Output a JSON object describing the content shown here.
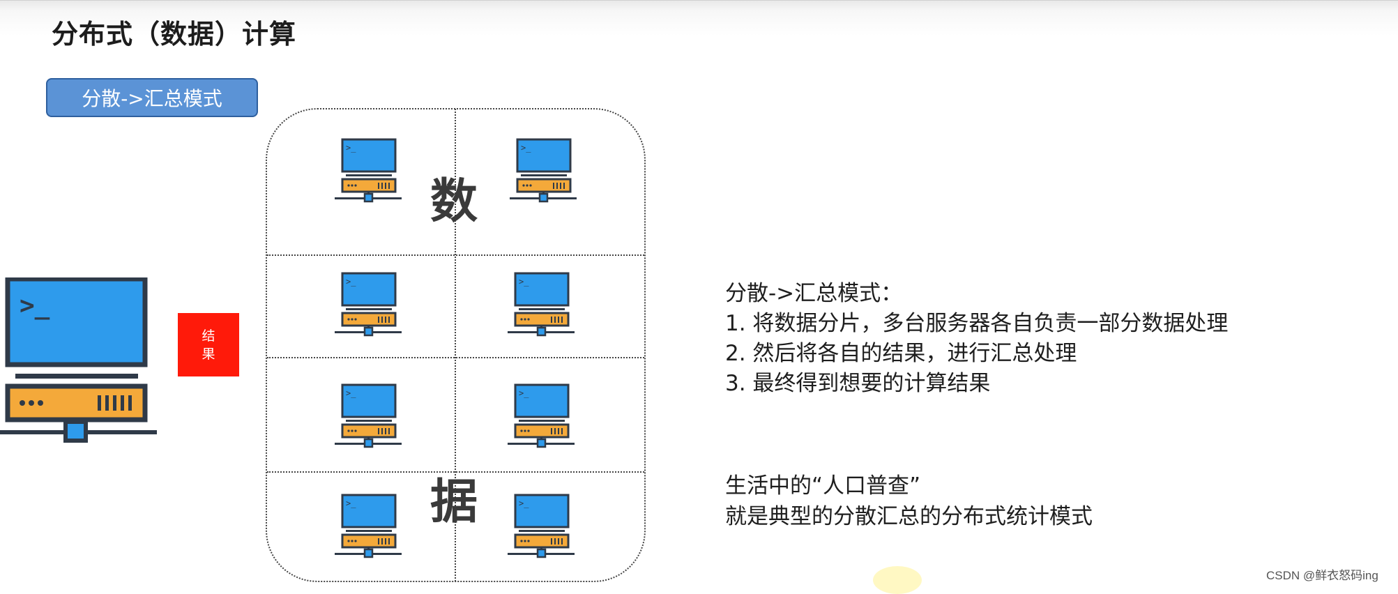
{
  "slide": {
    "title": "分布式（数据）计算",
    "mode_badge": "分散->汇总模式",
    "result_label": [
      "结",
      "果"
    ],
    "big_chars": [
      "数",
      "据"
    ],
    "description": {
      "heading": "分散->汇总模式：",
      "points": [
        "1. 将数据分片，多台服务器各自负责一部分数据处理",
        "2. 然后将各自的结果，进行汇总处理",
        "3. 最终得到想要的计算结果"
      ]
    },
    "example": [
      "生活中的“人口普查”",
      "就是典型的分散汇总的分布式统计模式"
    ],
    "watermark": "CSDN @鲜衣怒码ing"
  },
  "icons": {
    "main_computer": "computer-server-icon",
    "server_node": "computer-server-icon"
  },
  "colors": {
    "badge": "#5b93d6",
    "result": "#ff1a0a",
    "screen": "#2e9bec",
    "server_body": "#f4a93a",
    "outline": "#2f3a48"
  }
}
